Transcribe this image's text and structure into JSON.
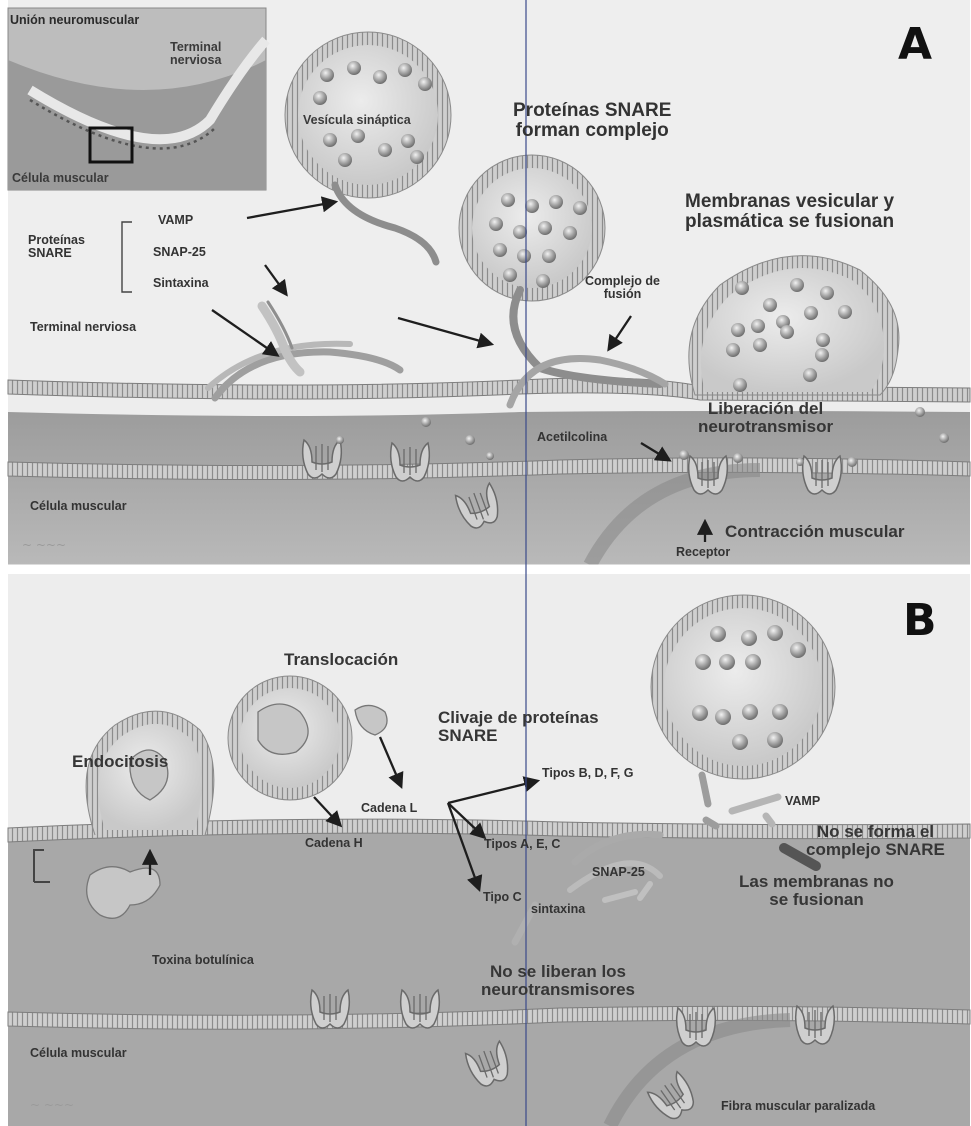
{
  "panel_a": {
    "letter": "A",
    "inset": {
      "title": "Unión neuromuscular",
      "terminal": "Terminal\nnerviosa",
      "muscle": "Célula muscular"
    },
    "vesicle_label": "Vesícula sináptica",
    "snare_heading": "Proteínas SNARE\nforman complejo",
    "fusion_heading": "Membranas vesicular y\nplasmática se fusionan",
    "proteins_group": "Proteínas\nSNARE",
    "vamp": "VAMP",
    "snap25": "SNAP-25",
    "sintaxina": "Sintaxina",
    "terminal_nerviosa": "Terminal nerviosa",
    "complejo_fusion": "Complejo de\nfusión",
    "liberacion": "Liberación del\nneurotransmisor",
    "acetilcolina": "Acetilcolina",
    "celula_muscular": "Célula muscular",
    "contraccion": "Contracción muscular",
    "receptor": "Receptor"
  },
  "panel_b": {
    "letter": "B",
    "translocacion": "Translocación",
    "clivaje": "Clivaje de proteínas\nSNARE",
    "endocitosis": "Endocitosis",
    "cadena_l": "Cadena L",
    "cadena_h": "Cadena H",
    "tipos_bdfg": "Tipos B, D, F, G",
    "tipos_aec": "Tipos A, E, C",
    "tipo_c": "Tipo C",
    "vamp": "VAMP",
    "snap25": "SNAP-25",
    "sintaxina": "sintaxina",
    "no_complejo": "No se forma el\ncomplejo SNARE",
    "no_fusionan": "Las membranas no\nse fusionan",
    "toxina": "Toxina botulínica",
    "no_liberan": "No se liberan los\nneurotransmisores",
    "celula_muscular": "Célula muscular",
    "fibra_paralizada": "Fibra muscular paralizada"
  },
  "colors": {
    "terminal_bg": "#e6e6e6",
    "muscle_bg": "#a9a9a9",
    "membrane": "#8a8a8a",
    "vesicle": "#d4d4d4",
    "dot": "#9e9e9e",
    "arrow": "#1e1e1e"
  }
}
